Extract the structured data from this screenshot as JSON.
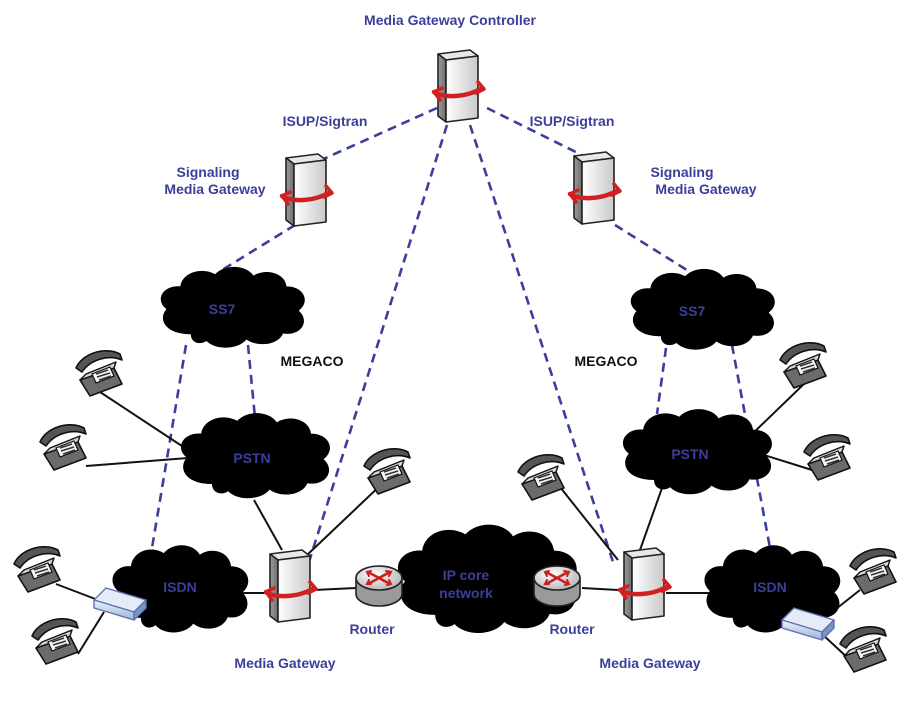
{
  "labels": {
    "controller": "Media Gateway Controller",
    "isup_left": "ISUP/Sigtran",
    "isup_right": "ISUP/Sigtran",
    "sig_gw_left_1": "Signaling",
    "sig_gw_left_2": "Media Gateway",
    "sig_gw_right_1": "Signaling",
    "sig_gw_right_2": "Media Gateway",
    "megaco_left": "MEGACO",
    "megaco_right": "MEGACO",
    "media_gw_left": "Media Gateway",
    "media_gw_right": "Media Gateway",
    "router_left": "Router",
    "router_right": "Router"
  },
  "clouds": {
    "ss7_left": "SS7",
    "ss7_right": "SS7",
    "pstn_left": "PSTN",
    "pstn_right": "PSTN",
    "isdn_left": "ISDN",
    "isdn_right": "ISDN",
    "ip_core_1": "IP core",
    "ip_core_2": "network"
  },
  "colors": {
    "label_blue": "#3b3f9a",
    "dashed_link": "#3a3f9c",
    "cloud_fill": "#fbd6d2",
    "arrow_red": "#d21f1f"
  }
}
